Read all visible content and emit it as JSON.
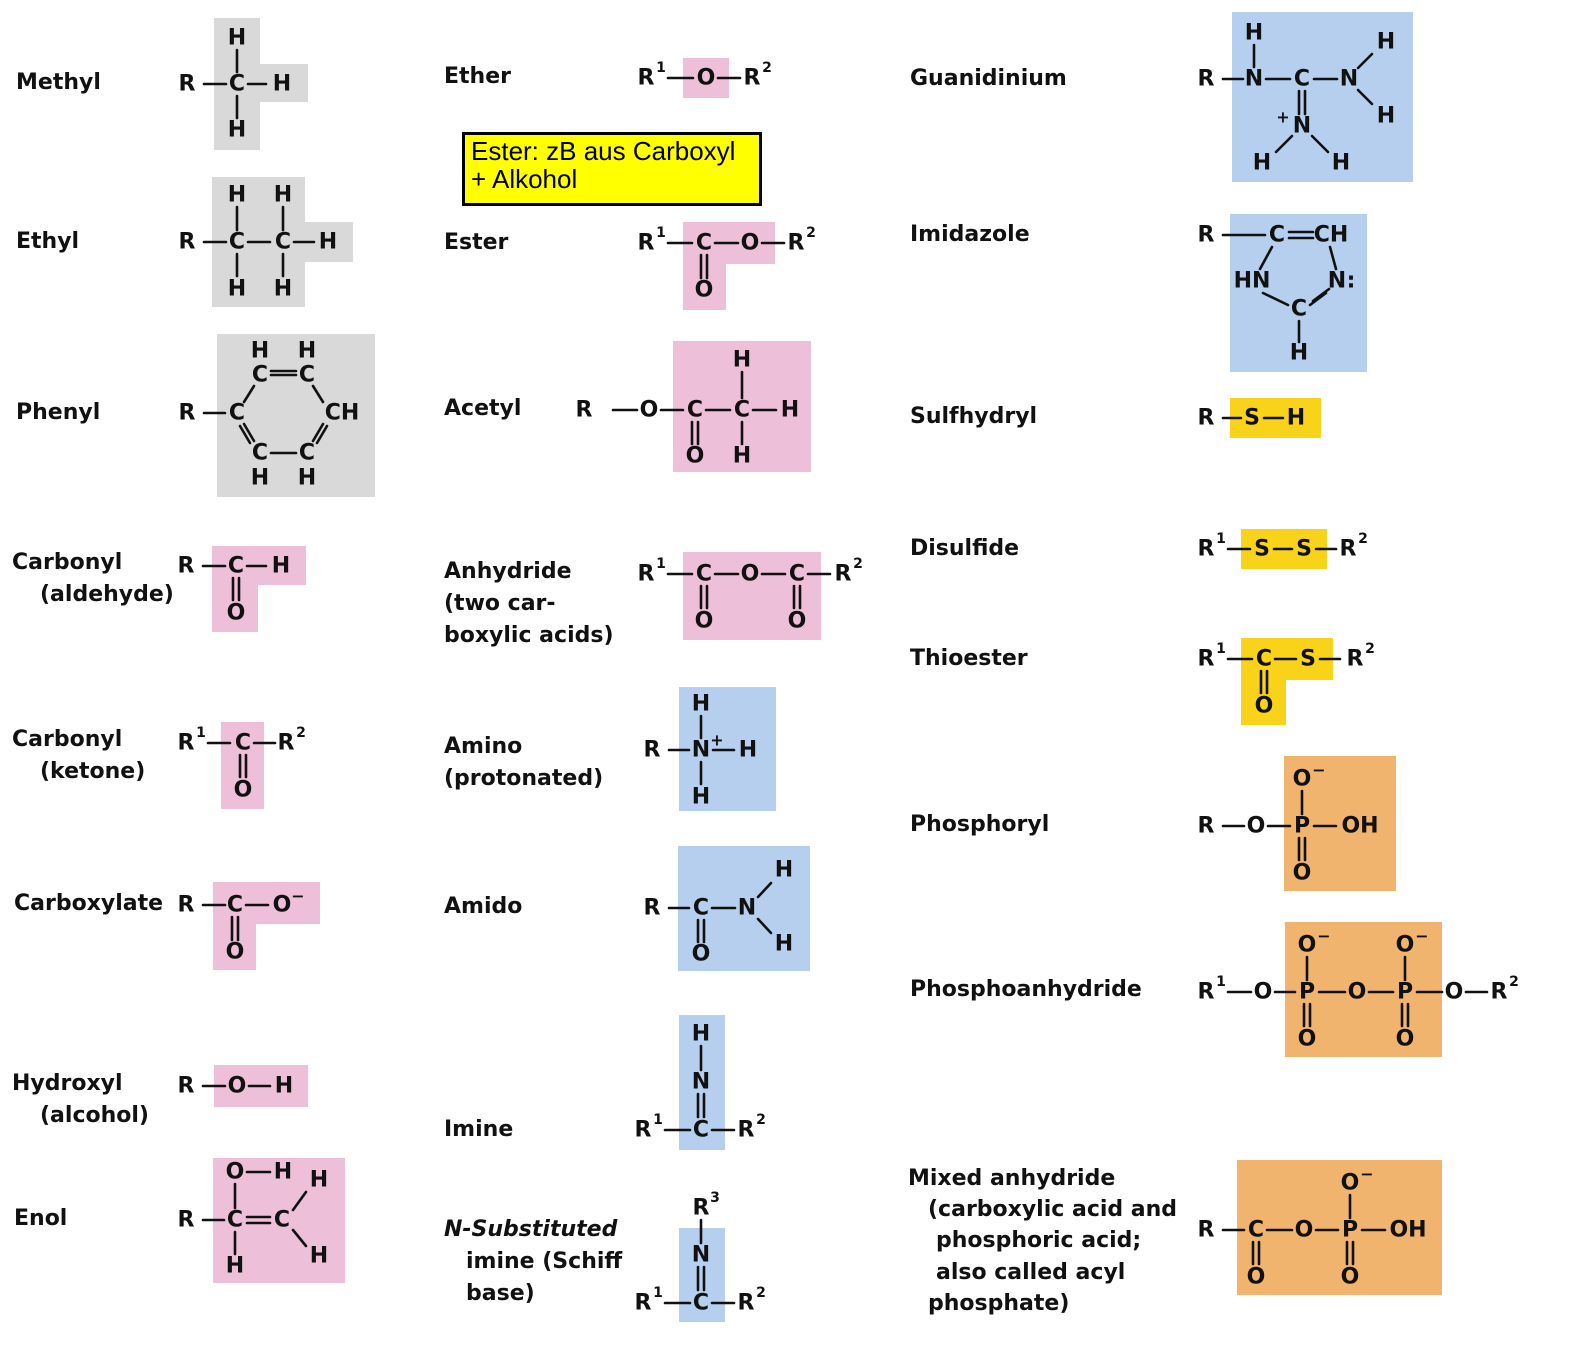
{
  "colors": {
    "gray": "#d9d9d9",
    "pink": "#edbfd9",
    "blue": "#b7cfee",
    "yellow_group": "#f9d21a",
    "orange": "#f1b46f",
    "note_bg": "#ffff00",
    "lone_pair": "#c0001a"
  },
  "annotation": {
    "line1": "Ester: zB aus Carboxyl",
    "line2": "+ Alkohol"
  },
  "labels": {
    "methyl": [
      "Methyl"
    ],
    "ethyl": [
      "Ethyl"
    ],
    "phenyl": [
      "Phenyl"
    ],
    "carbonyl_aldehyde": [
      "Carbonyl",
      "(aldehyde)"
    ],
    "carbonyl_ketone": [
      "Carbonyl",
      "(ketone)"
    ],
    "carboxylate": [
      "Carboxylate"
    ],
    "hydroxyl": [
      "Hydroxyl",
      "(alcohol)"
    ],
    "enol": [
      "Enol"
    ],
    "ether": [
      "Ether"
    ],
    "ester": [
      "Ester"
    ],
    "acetyl": [
      "Acetyl"
    ],
    "anhydride": [
      "Anhydride",
      "(two car-",
      "boxylic acids)"
    ],
    "amino": [
      "Amino",
      "(protonated)"
    ],
    "amido": [
      "Amido"
    ],
    "imine": [
      "Imine"
    ],
    "n_substituted_imine": [
      "N-Substituted",
      "imine (Schiff",
      "base)"
    ],
    "guanidinium": [
      "Guanidinium"
    ],
    "imidazole": [
      "Imidazole"
    ],
    "sulfhydryl": [
      "Sulfhydryl"
    ],
    "disulfide": [
      "Disulfide"
    ],
    "thioester": [
      "Thioester"
    ],
    "phosphoryl": [
      "Phosphoryl"
    ],
    "phosphoanhydride": [
      "Phosphoanhydride"
    ],
    "mixed_anhydride": [
      "Mixed anhydride",
      "(carboxylic acid and",
      "phosphoric acid;",
      "also called acyl",
      "phosphate)"
    ]
  },
  "atoms": {
    "R": "R",
    "C": "C",
    "H": "H",
    "O": "O",
    "N": "N",
    "S": "S",
    "P": "P",
    "CH": "CH",
    "HN": "HN",
    "OH": "OH",
    "O_minus": "O",
    "sup1": "1",
    "sup2": "2",
    "sup3": "3",
    "plus": "+",
    "minus": "−",
    "colon": ":"
  }
}
